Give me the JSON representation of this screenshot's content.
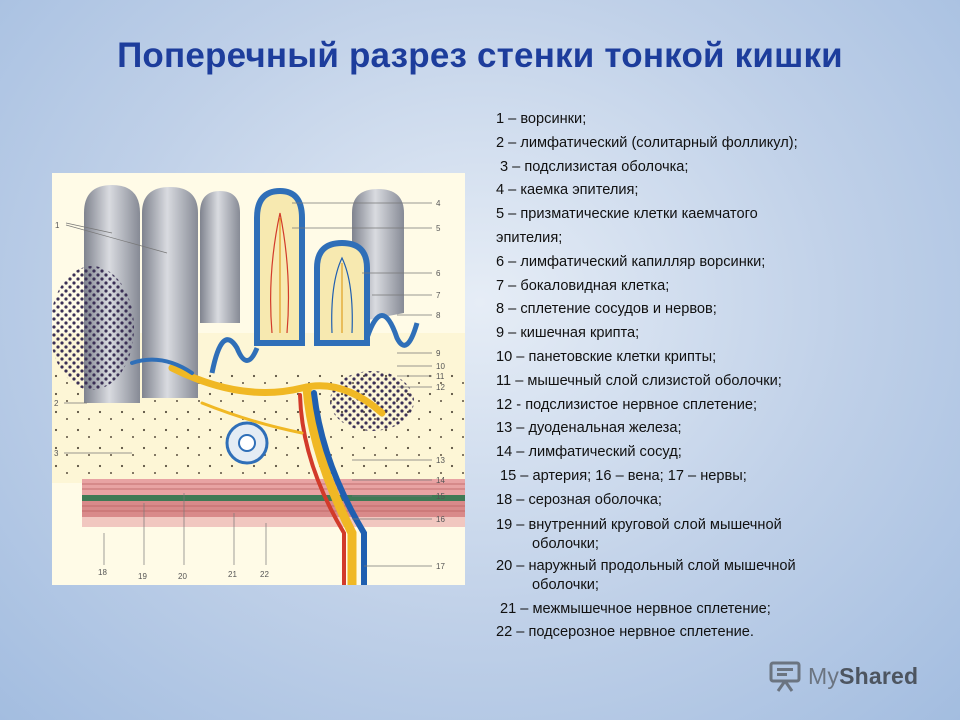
{
  "title": "Поперечный разрез стенки тонкой кишки",
  "legend": [
    "1 – ворсинки;",
    "2 – лимфатический (солитарный фолликул);",
    " 3 – подслизистая оболочка;",
    "4 – каемка эпителия;",
    "5 – призматические клетки каемчатого",
    "эпителия;",
    "6 – лимфатический капилляр ворсинки;",
    "7 – бокаловидная клетка;",
    "8 – сплетение сосудов и нервов;",
    "9 – кишечная крипта;",
    "10 – панетовские клетки крипты;",
    "11 – мышечный слой слизистой оболочки;",
    "12 - подслизистое нервное сплетение;",
    "13 – дуоденальная железа;",
    "14 – лимфатический сосуд;",
    " 15 – артерия; 16 – вена; 17 – нервы;",
    "18 – серозная оболочка;"
  ],
  "legend_wrapped": [
    {
      "first": "19 – внутренний круговой слой мышечной",
      "cont": "оболочки;"
    },
    {
      "first": "20 – наружный продольный слой мышечной",
      "cont": "оболочки;"
    }
  ],
  "legend_tail": [
    " 21 – межмышечное нервное сплетение;",
    "22 – подсерозное нервное сплетение."
  ],
  "diagram_labels": {
    "left": [
      "1",
      "2",
      "3"
    ],
    "right": [
      "4",
      "5",
      "6",
      "7",
      "8",
      "9",
      "10",
      "11",
      "12",
      "13",
      "14",
      "15",
      "16",
      "17"
    ],
    "bottom": [
      "18",
      "19",
      "20",
      "21",
      "22"
    ]
  },
  "logo": {
    "brand_light": "My",
    "brand_bold": "Shared",
    "icon": "presentation-board-icon"
  },
  "colors": {
    "title": "#1d3d9c",
    "villus": "#a9adb7",
    "epithelium": "#2f6fb8",
    "artery": "#d23a2a",
    "vein": "#1f5fb0",
    "nerve": "#f0b824",
    "muscle": "#d98a8a"
  }
}
